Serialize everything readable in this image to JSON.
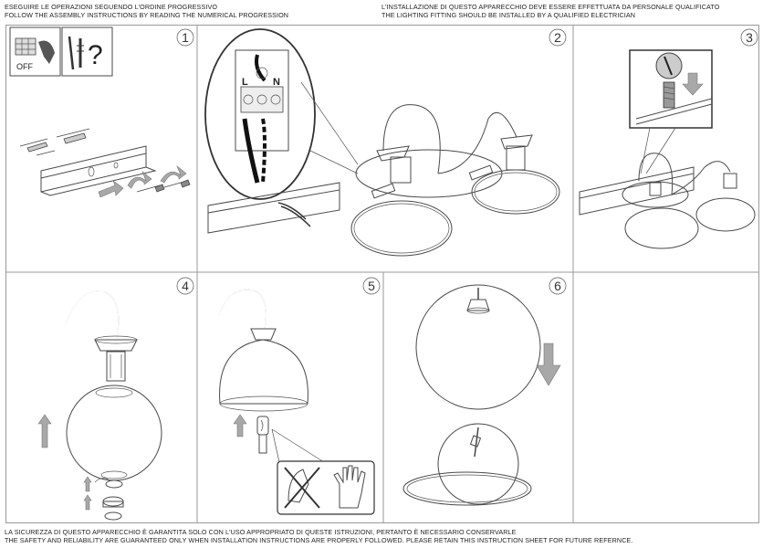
{
  "header": {
    "left_line1": "ESEGUIRE LE OPERAZIONI SEGUENDO L'ORDINE PROGRESSIVO",
    "left_line2": "FOLLOW THE ASSEMBLY INSTRUCTIONS BY READING THE NUMERICAL PROGRESSION",
    "right_line1": "L'INSTALLAZIONE DI QUESTO APPARECCHIO DEVE ESSERE EFFETTUATA DA PERSONALE QUALIFICATO",
    "right_line2": "THE LIGHTING FITTING SHOULD BE INSTALLED BY A QUALIFIED ELECTRICIAN"
  },
  "footer": {
    "line1": "LA SICUREZZA DI QUESTO APPARECCHIO È GARANTITA SOLO CON L'USO APPROPRIATO DI QUESTE ISTRUZIONI, PERTANTO È NECESSARIO CONSERVARLE",
    "line2": "THE SAFETY AND RELIABILITY ARE GUARANTEED ONLY WHEN INSTALLATION INSTRUCTIONS ARE PROPERLY FOLLOWED. PLEASE RETAIN THIS INSTRUCTION SHEET FOR FUTURE REFERNCE."
  },
  "steps": [
    "1",
    "2",
    "3",
    "4",
    "5",
    "6"
  ],
  "labels": {
    "off": "OFF",
    "question": "?",
    "live": "L",
    "neutral": "N"
  }
}
